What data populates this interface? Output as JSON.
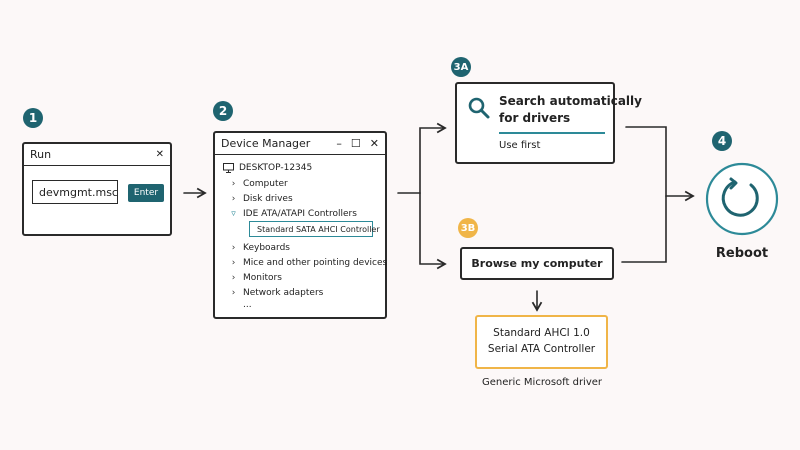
{
  "steps": {
    "step1": {
      "badge": "1"
    },
    "step2": {
      "badge": "2"
    },
    "step3a": {
      "badge": "3A"
    },
    "step3b": {
      "badge": "3B"
    },
    "step4": {
      "badge": "4"
    }
  },
  "run_dialog": {
    "title": "Run",
    "close_glyph": "✕",
    "input_value": "devmgmt.msc",
    "enter_label": "Enter"
  },
  "device_manager": {
    "title": "Device Manager",
    "controls": [
      "–",
      "☐",
      "✕"
    ],
    "root": "DESKTOP-12345",
    "items": [
      {
        "label": "Computer",
        "chev": "›"
      },
      {
        "label": "Disk drives",
        "chev": "›"
      },
      {
        "label": "IDE ATA/ATAPI Controllers",
        "chev": "▿"
      },
      {
        "label": "Keyboards",
        "chev": "›"
      },
      {
        "label": "Mice and other pointing devices",
        "chev": "›"
      },
      {
        "label": "Monitors",
        "chev": "›"
      },
      {
        "label": "Network adapters",
        "chev": "›"
      }
    ],
    "selected_child": "Standard SATA AHCI Controller",
    "ellipsis": "..."
  },
  "option_a": {
    "title_line1": "Search automatically",
    "title_line2": "for drivers",
    "note": "Use first"
  },
  "option_b": {
    "label": "Browse my computer"
  },
  "driver": {
    "line1": "Standard AHCI 1.0",
    "line2": "Serial ATA Controller",
    "caption": "Generic Microsoft driver"
  },
  "reboot": {
    "label": "Reboot"
  },
  "colors": {
    "teal": "#1f6470",
    "accent": "#2d8a98",
    "orange": "#f0b548",
    "ink": "#2a2a2a"
  }
}
